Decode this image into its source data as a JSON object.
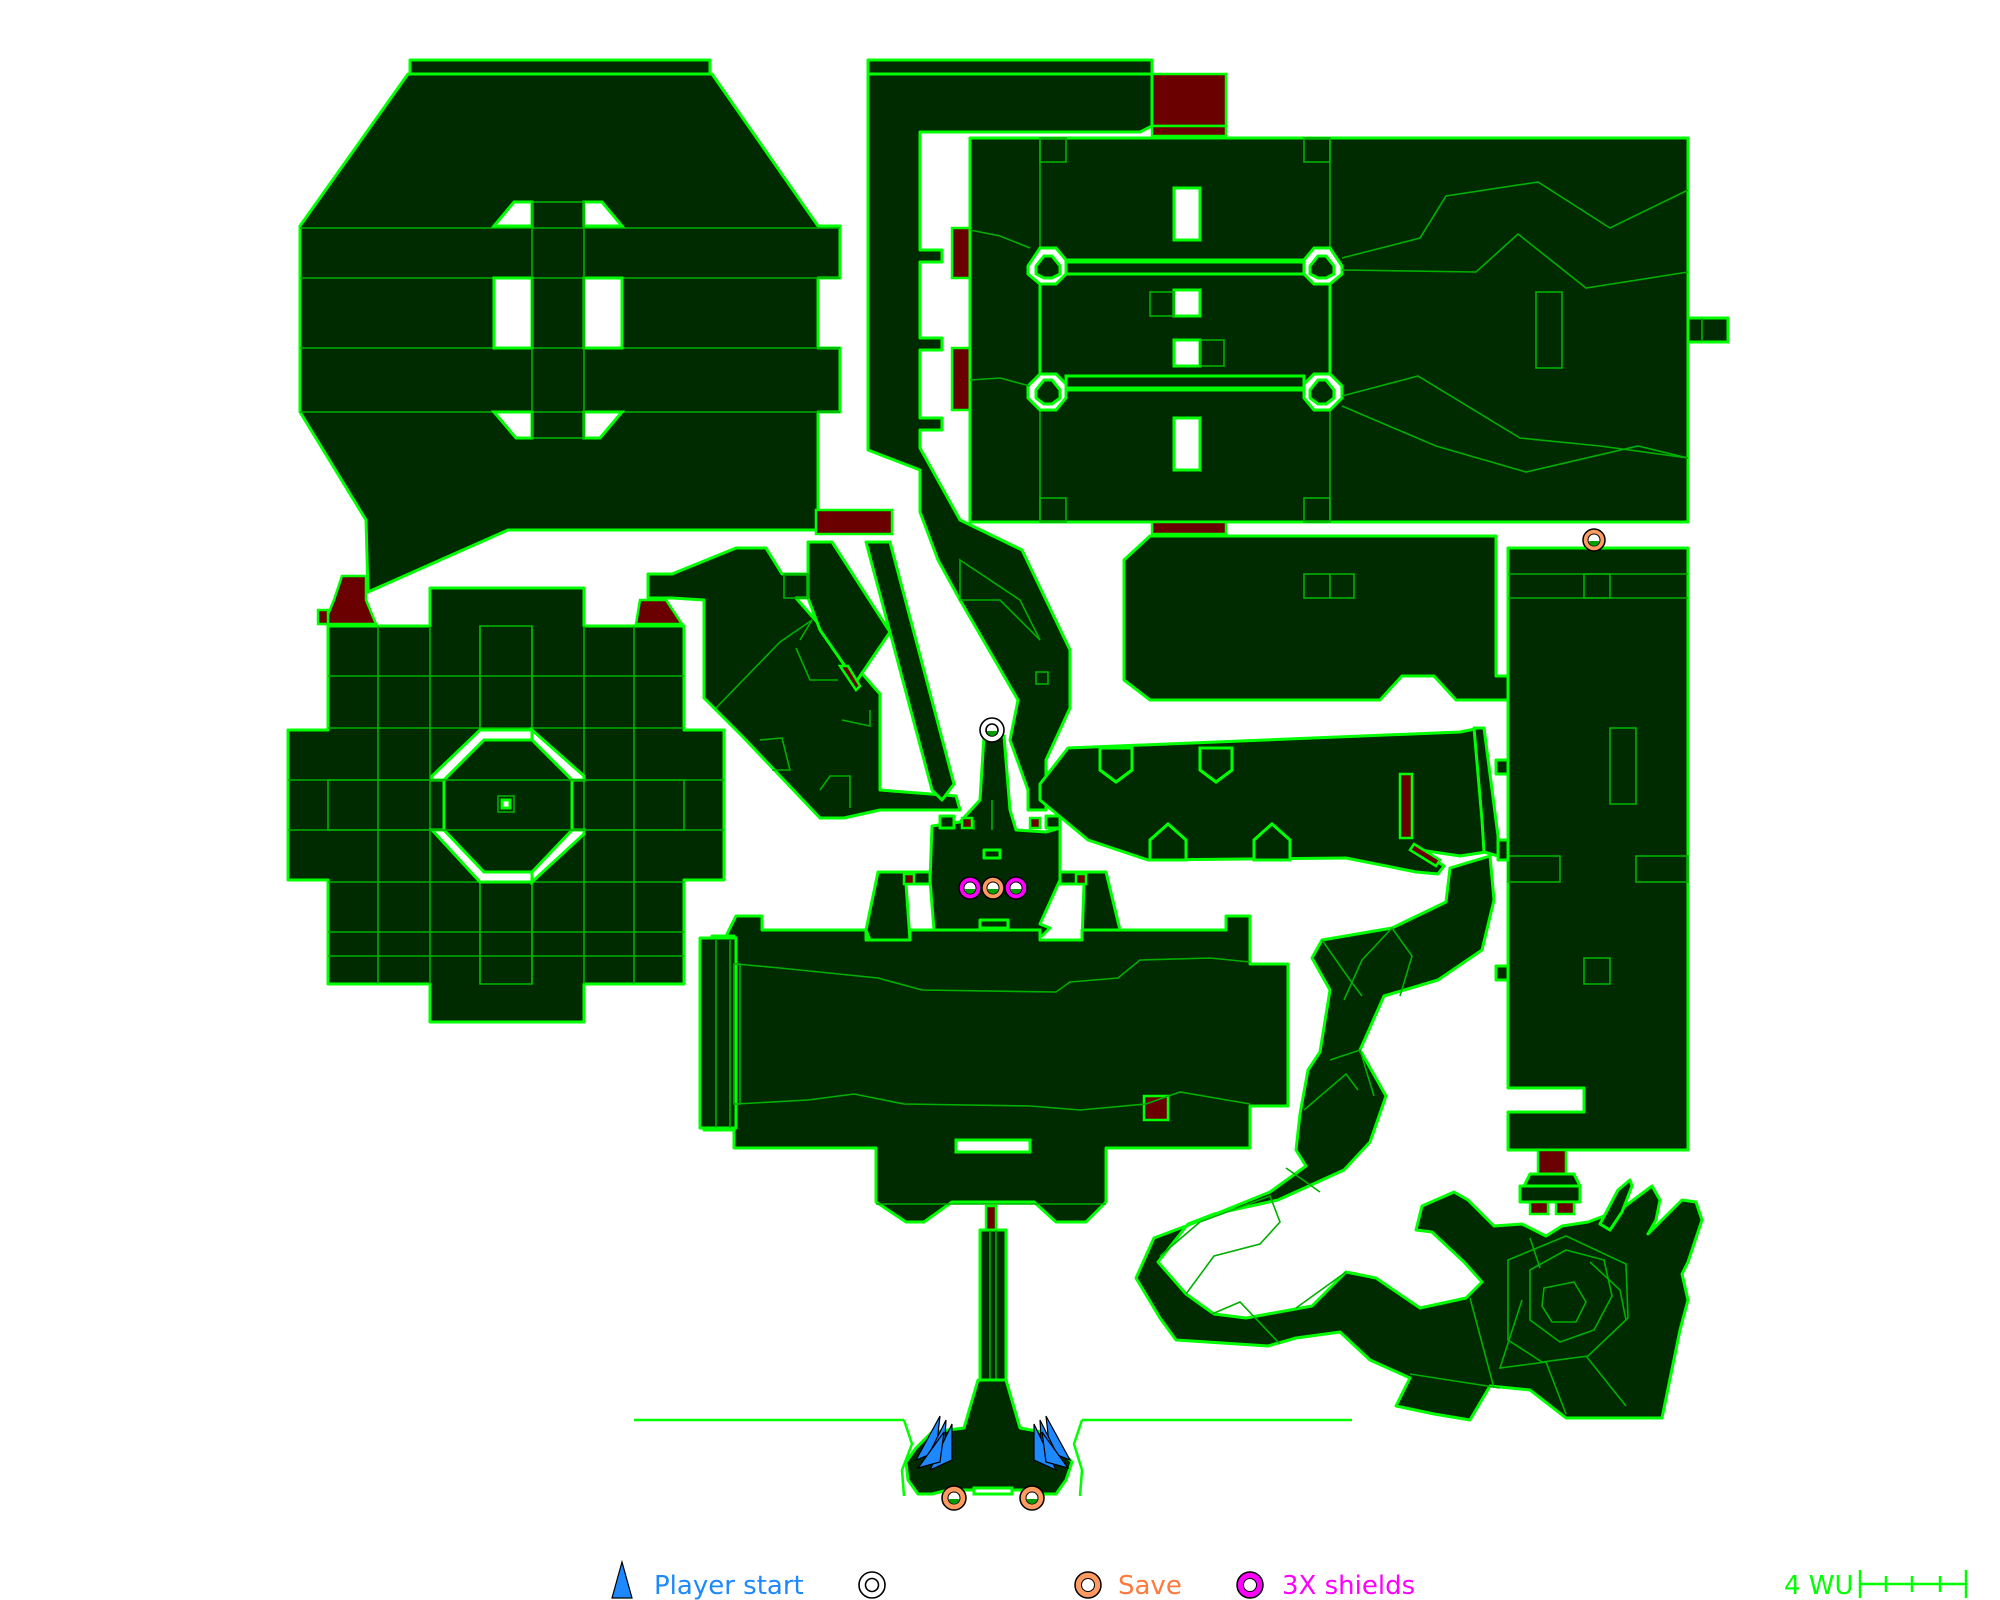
{
  "map": {
    "colors": {
      "floor": "#002a00",
      "wall": "#00ff00",
      "door": "#6b0000",
      "player_start": "#1e88ff",
      "save": "#ff7a3c",
      "shields": "#ff00ff",
      "background": "#ffffff"
    },
    "markers": {
      "player_start_count": 6,
      "save_count": 4,
      "shields_count": 2,
      "goal_count": 1
    }
  },
  "legend": {
    "player_start_icon": "blue-arrowhead-icon",
    "player_start_label": "Player start",
    "goal_icon": "concentric-ring-icon",
    "save_icon": "orange-ring-icon",
    "save_label": "Save",
    "shields_icon": "magenta-ring-icon",
    "shields_label": "3X shields",
    "scale_label": "4 WU"
  }
}
